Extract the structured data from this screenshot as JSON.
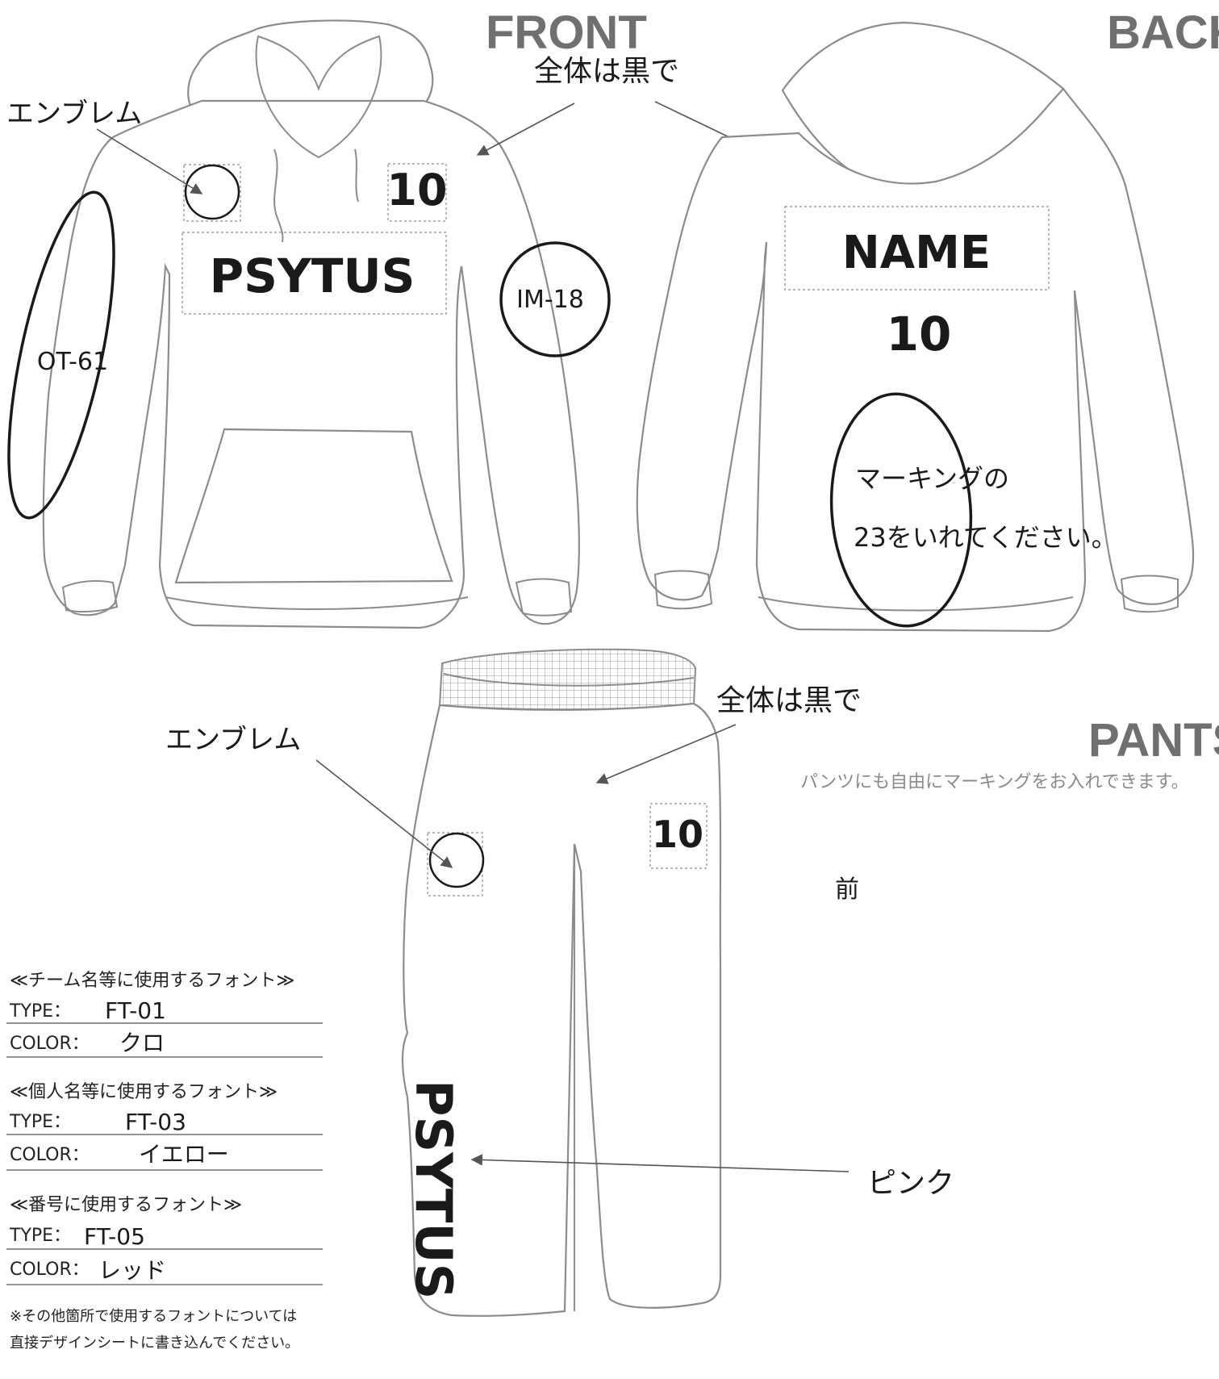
{
  "headers": {
    "front": "FRONT",
    "back": "BACK",
    "pants": "PANTS"
  },
  "front": {
    "overall_note": "全体は黒で",
    "emblem_note": "エンブレム",
    "number": "10",
    "team_name": "PSYTUS",
    "sleeve_right_code": "IM-18",
    "sleeve_left_code": "OT-61"
  },
  "back": {
    "name": "NAME",
    "number": "10",
    "marking_line1": "マーキングの",
    "marking_line2": "23をいれてください。"
  },
  "pants": {
    "overall_note": "全体は黒で",
    "emblem_note": "エンブレム",
    "note": "パンツにも自由にマーキングをお入れできます。",
    "number": "10",
    "front_label": "前",
    "team_name": "PSYTUS",
    "color_note": "ピンク"
  },
  "fonts": {
    "team": {
      "heading": "≪チーム名等に使用するフォント≫",
      "type_label": "TYPE：",
      "type_value": "FT-01",
      "color_label": "COLOR：",
      "color_value": "クロ"
    },
    "personal": {
      "heading": "≪個人名等に使用するフォント≫",
      "type_label": "TYPE：",
      "type_value": "FT-03",
      "color_label": "COLOR：",
      "color_value": "イエロー"
    },
    "number": {
      "heading": "≪番号に使用するフォント≫",
      "type_label": "TYPE：",
      "type_value": "FT-05",
      "color_label": "COLOR：",
      "color_value": "レッド"
    },
    "footnote_line1": "※その他箇所で使用するフォントについては",
    "footnote_line2": "直接デザインシートに書き込んでください。"
  }
}
